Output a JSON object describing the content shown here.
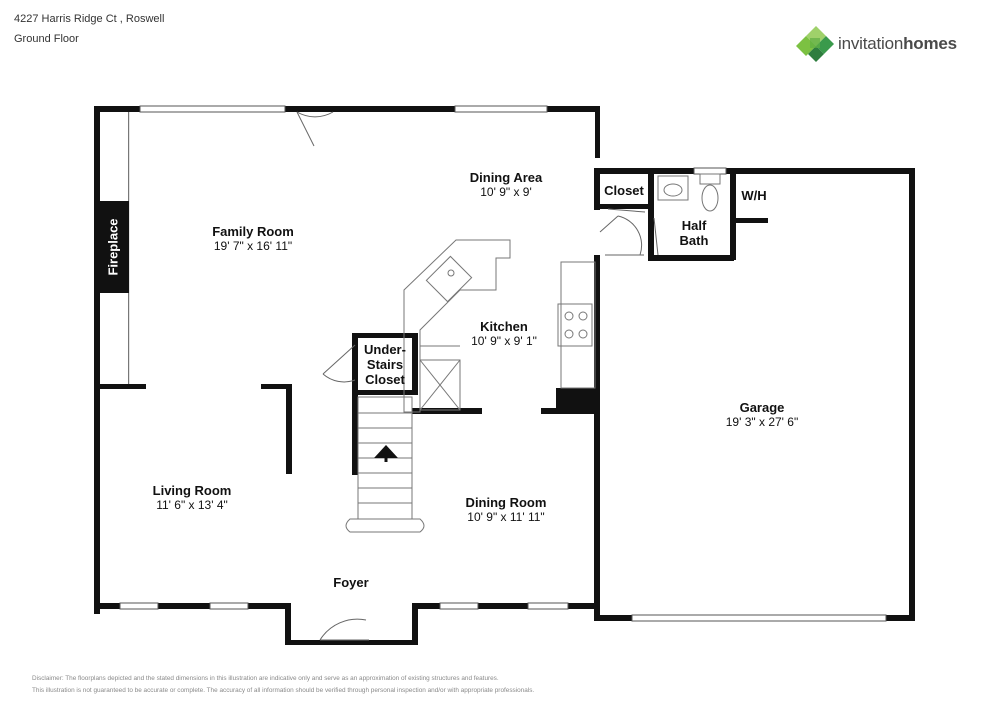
{
  "header": {
    "address": "4227 Harris Ridge Ct , Roswell",
    "floor": "Ground Floor"
  },
  "logo": {
    "brand_light": "invitation",
    "brand_bold": "homes",
    "colors": [
      "#7cc142",
      "#3a9a4b",
      "#9fd16a",
      "#2e7d3e"
    ]
  },
  "rooms": {
    "family_room": {
      "name": "Family Room",
      "dims": "19' 7\" x 16' 11\""
    },
    "dining_area": {
      "name": "Dining Area",
      "dims": "10' 9\" x 9'"
    },
    "kitchen": {
      "name": "Kitchen",
      "dims": "10' 9\" x 9' 1\""
    },
    "living_room": {
      "name": "Living Room",
      "dims": "11' 6\" x 13' 4\""
    },
    "dining_room": {
      "name": "Dining Room",
      "dims": "10' 9\" x 11' 11\""
    },
    "garage": {
      "name": "Garage",
      "dims": "19' 3\" x 27' 6\""
    },
    "foyer": {
      "name": "Foyer"
    },
    "closet": {
      "name": "Closet"
    },
    "half_bath": {
      "line1": "Half",
      "line2": "Bath"
    },
    "wh": {
      "name": "W/H"
    },
    "under_stairs": {
      "line1": "Under-",
      "line2": "Stairs",
      "line3": "Closet"
    },
    "fireplace": {
      "name": "Fireplace"
    }
  },
  "disclaimer": {
    "line1": "Disclaimer: The floorplans depicted and the stated dimensions in this illustration are indicative only and serve as an approximation of existing structures and features.",
    "line2": "This illustration is not guaranteed to be accurate or complete. The accuracy of all information should be verified through personal inspection and/or with appropriate professionals."
  }
}
